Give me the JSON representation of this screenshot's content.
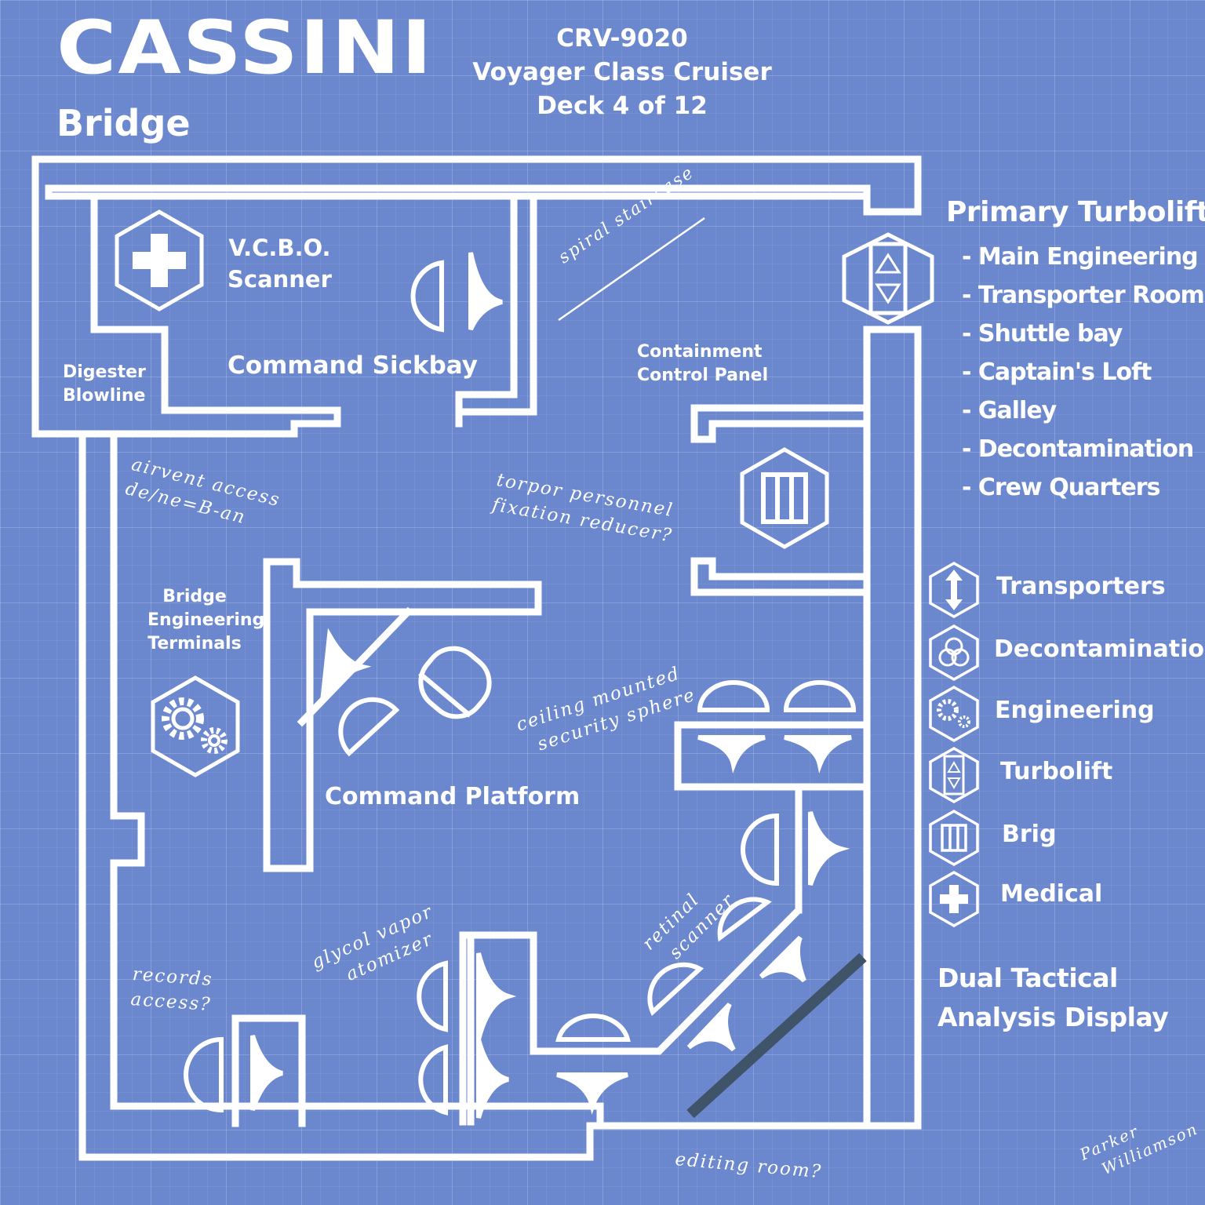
{
  "header": {
    "title": "CASSINI",
    "subtitle": "Bridge",
    "ship_id": "CRV-9020",
    "ship_class": "Voyager Class Cruiser",
    "deck": "Deck 4 of 12"
  },
  "rooms": {
    "vcbo_line1": "V.C.B.O.",
    "vcbo_line2": "Scanner",
    "sickbay": "Command Sickbay",
    "digester_line1": "Digester",
    "digester_line2": "Blowline",
    "containment_line1": "Containment",
    "containment_line2": "Control Panel",
    "engineering_line1": "Bridge",
    "engineering_line2": "Engineering",
    "engineering_line3": "Terminals",
    "command_platform": "Command Platform"
  },
  "notes": {
    "spiral": "spiral staircase",
    "airvent_line1": "airvent access",
    "airvent_line2": "de/ne=B-an",
    "torpor_line1": "torpor personnel",
    "torpor_line2": "fixation reducer?",
    "ceiling_line1": "ceiling mounted",
    "ceiling_line2": "security sphere",
    "glycol_line1": "glycol vapor",
    "glycol_line2": "atomizer",
    "retinal_line1": "retinal",
    "retinal_line2": "scanner",
    "records_line1": "records",
    "records_line2": "access?",
    "editing": "editing room?",
    "signature_line1": "Parker",
    "signature_line2": "Williamson"
  },
  "turbolift": {
    "heading": "Primary Turbolift",
    "destinations": [
      "- Main Engineering",
      "- Transporter Rooms",
      "- Shuttle bay",
      "- Captain's Loft",
      "- Galley",
      "- Decontamination",
      "- Crew Quarters"
    ]
  },
  "legend": [
    {
      "icon": "transporter-icon",
      "label": "Transporters"
    },
    {
      "icon": "biohazard-icon",
      "label": "Decontamination"
    },
    {
      "icon": "gears-icon",
      "label": "Engineering"
    },
    {
      "icon": "turbolift-icon",
      "label": "Turbolift"
    },
    {
      "icon": "brig-icon",
      "label": "Brig"
    },
    {
      "icon": "medical-cross-icon",
      "label": "Medical"
    }
  ],
  "tactical": {
    "line1": "Dual Tactical",
    "line2": "Analysis Display"
  },
  "colors": {
    "background": "#6b87cd",
    "lines": "#ffffff",
    "display": "#3f5468"
  }
}
